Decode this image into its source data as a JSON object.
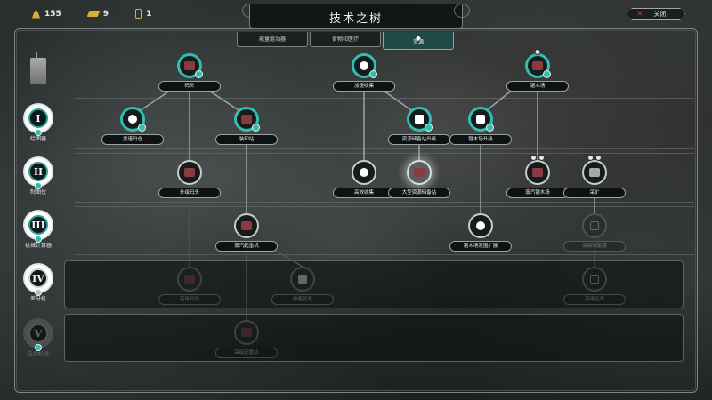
{
  "resources": [
    {
      "icon": "ember-icon",
      "value": "155"
    },
    {
      "icon": "gold-ingot-icon",
      "value": "9"
    },
    {
      "icon": "core-cell-icon",
      "value": "1"
    }
  ],
  "header": {
    "title": "技术之树"
  },
  "tabs": [
    {
      "label": "能量驱动器",
      "active": false
    },
    {
      "label": "食物和医疗",
      "active": false
    },
    {
      "label": "资源",
      "active": true
    }
  ],
  "close_button": {
    "icon": "close-x-icon",
    "label": "关闭"
  },
  "tiers": [
    {
      "numeral": "I",
      "label": "绘图器",
      "state": "unlocked"
    },
    {
      "numeral": "II",
      "label": "制图仪",
      "state": "unlocked"
    },
    {
      "numeral": "III",
      "label": "机械计算器",
      "state": "unlocked"
    },
    {
      "numeral": "IV",
      "label": "差分机",
      "state": "next"
    },
    {
      "numeral": "V",
      "label": "自动机器",
      "state": "locked"
    }
  ],
  "nodes": [
    {
      "id": "n1",
      "label": "码头",
      "state": "researched",
      "tier": 1
    },
    {
      "id": "n2",
      "label": "加速码仓",
      "state": "researched",
      "tier": 1
    },
    {
      "id": "n3",
      "label": "装卸站",
      "state": "researched",
      "tier": 1
    },
    {
      "id": "n4",
      "label": "加速收集",
      "state": "researched",
      "tier": 1
    },
    {
      "id": "n5",
      "label": "资源储备站升级",
      "state": "researched",
      "tier": 1
    },
    {
      "id": "n6",
      "label": "锯木场升级",
      "state": "researched",
      "tier": 1
    },
    {
      "id": "n7",
      "label": "锯木场",
      "state": "researched",
      "tier": 1
    },
    {
      "id": "n8",
      "label": "升级码头",
      "state": "available",
      "tier": 2
    },
    {
      "id": "n9",
      "label": "高效收集",
      "state": "available",
      "tier": 2
    },
    {
      "id": "n10",
      "label": "大型资源储备站",
      "state": "available",
      "tier": 2
    },
    {
      "id": "n11",
      "label": "蒸汽锯木场",
      "state": "available",
      "tier": 2
    },
    {
      "id": "n12",
      "label": "采矿",
      "state": "available",
      "tier": 2
    },
    {
      "id": "n13",
      "label": "蒸汽起重机",
      "state": "available",
      "tier": 3
    },
    {
      "id": "n14",
      "label": "锯木场范围扩展",
      "state": "available",
      "tier": 3
    },
    {
      "id": "n15",
      "label": "高级储蓄器",
      "state": "locked",
      "tier": 3
    },
    {
      "id": "n16",
      "label": "高级码头",
      "state": "locked",
      "tier": 4
    },
    {
      "id": "n17",
      "label": "收集优化",
      "state": "locked",
      "tier": 4
    },
    {
      "id": "n18",
      "label": "高级钻头",
      "state": "locked",
      "tier": 4
    },
    {
      "id": "n19",
      "label": "高级起重机",
      "state": "locked",
      "tier": 5
    }
  ]
}
